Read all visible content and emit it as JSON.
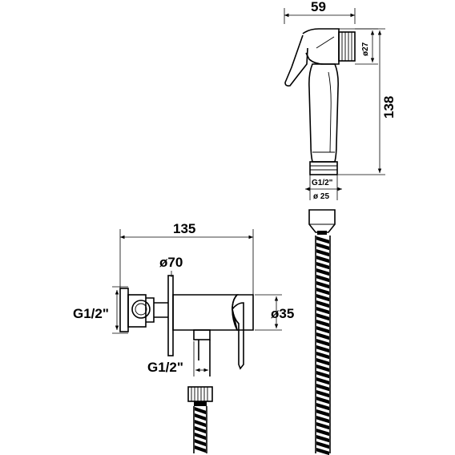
{
  "dimensions": {
    "sprayer_width": "59",
    "sprayer_nozzle_dia": "ø27",
    "sprayer_height": "138",
    "sprayer_thread": "G1/2\"",
    "sprayer_base_dia": "ø 25",
    "valve_length": "135",
    "valve_flange_dia": "ø70",
    "valve_body_dia": "ø35",
    "valve_inlet_thread": "G1/2\"",
    "valve_outlet_thread": "G1/2\""
  },
  "colors": {
    "line": "#000000",
    "background": "#ffffff"
  }
}
